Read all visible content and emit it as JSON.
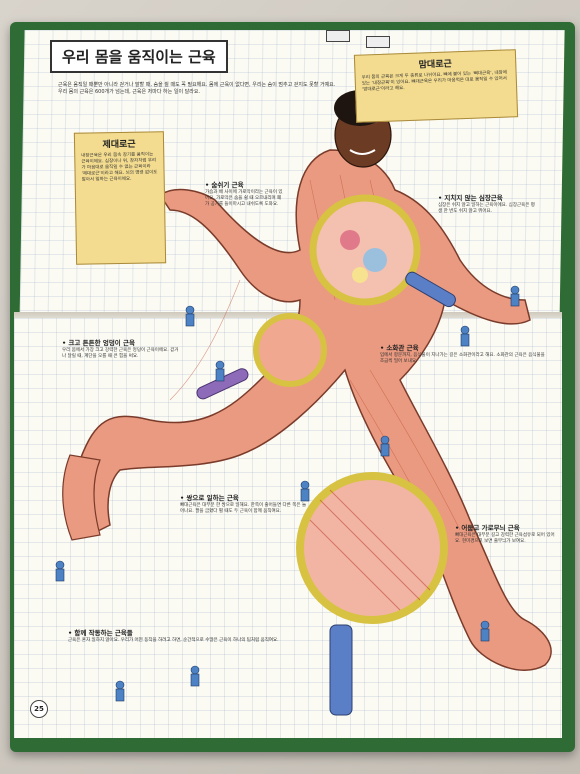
{
  "title": "우리 몸을 움직이는 근육",
  "intro": "근육은 움직일 때뿐만 아니라 걷거나 말할 때, 숨을 쉴 때도 꼭 필요해요. 몸에 근육이 없다면, 우리는 숨이 멈추고 걷지도 못할 거예요. 우리 몸의 근육은 600개가 넘는데, 근육은 저마다 하는 일이 달라요.",
  "notes": {
    "right": {
      "title": "맘대로근",
      "body": "우리 몸의 근육은 크게 두 종류로 나뉘어요. 뼈에 붙어 있는 '뼈대근육', 내장에 있는 '내장근육'이 있어요. 뼈대근육은 우리가 마음먹은 대로 움직일 수 있어서 '맘대로근'이라고 해요."
    },
    "left": {
      "title": "제대로근",
      "body": "내장근육은 우리 몸속 장기를 움직이는 근육이에요. 심장이나 위, 창자처럼 우리가 마음대로 움직일 수 없는 근육이라 '제대로근'이라고 해요. 뇌의 명령 없이도 알아서 일하는 근육이에요."
    }
  },
  "callouts": [
    {
      "title": "• 숨쉬기 근육",
      "body": "가슴과 배 사이에 가로막이라는 근육이 있어요. 가로막은 숨을 쉴 때 오르내리며 폐가 공기를 들이마시고 내쉬도록 도와요."
    },
    {
      "title": "• 지치지 않는 심장근육",
      "body": "심장은 쉬지 않고 일하는 근육이에요. 심장근육은 평생 한 번도 쉬지 않고 뛰어요."
    },
    {
      "title": "• 크고 튼튼한 엉덩이 근육",
      "body": "우리 몸에서 가장 크고 강력한 근육은 엉덩이 근육이에요. 걷거나 달릴 때, 계단을 오를 때 큰 힘을 써요."
    },
    {
      "title": "• 소화관 근육",
      "body": "입에서 항문까지, 음식물이 지나가는 길은 소화관이라고 해요. 소화관의 근육은 음식물을 조금씩 밀어 보내요."
    },
    {
      "title": "• 쌍으로 일하는 근육",
      "body": "뼈대근육은 대부분 한 쌍으로 일해요. 한쪽이 줄어들면 다른 쪽은 늘어나요. 팔을 굽혔다 펼 때도 두 근육이 함께 움직여요."
    },
    {
      "title": "• 어둡고 가로무늬 근육",
      "body": "뼈대근육은 대부분 길고 강력한 근육섬유로 되어 있어요. 현미경으로 보면 줄무늬가 보여요."
    },
    {
      "title": "• 함께 작동하는 근육들",
      "body": "근육은 혼자 일하지 않아요. 우리가 어떤 동작을 하려고 하면, 순간적으로 수많은 근육이 하나의 팀처럼 움직여요."
    }
  ],
  "page_number": "25"
}
